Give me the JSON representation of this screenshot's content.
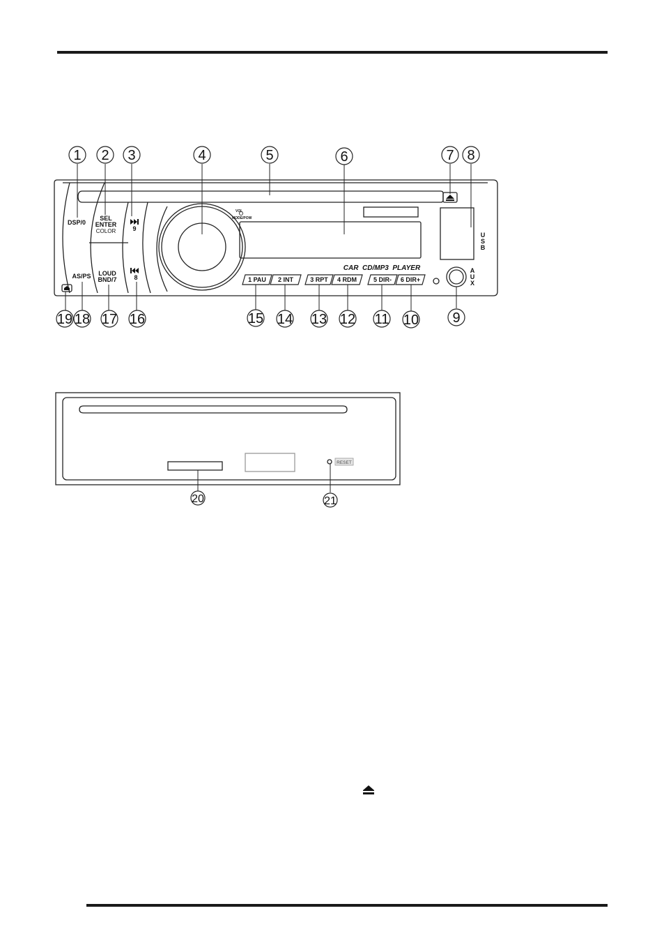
{
  "front_panel": {
    "buttons": {
      "dsp": "DSP/0",
      "sel_line1": "SEL",
      "sel_line2": "ENTER",
      "sel_line3": "COLOR",
      "next_digit": "9",
      "prev_digit": "8",
      "as_ps": "AS/PS",
      "loud": "LOUD",
      "bnd": "BND/7",
      "vol_label": "VOL",
      "mode_pow": "MODE/POW",
      "p1": "1 PAU",
      "p2": "2 INT",
      "p3": "3 RPT",
      "p4": "4 RDM",
      "p5": "5 DIR-",
      "p6": "6 DIR+"
    },
    "product_label": "CAR  CD/MP3  PLAYER",
    "usb_label": "USB",
    "aux_label": "AUX"
  },
  "rear_panel": {
    "reset_label": "RESET"
  },
  "callouts": {
    "c1": "1",
    "c2": "2",
    "c3": "3",
    "c4": "4",
    "c5": "5",
    "c6": "6",
    "c7": "7",
    "c8": "8",
    "c9": "9",
    "c10": "10",
    "c11": "11",
    "c12": "12",
    "c13": "13",
    "c14": "14",
    "c15": "15",
    "c16": "16",
    "c17": "17",
    "c18": "18",
    "c19": "19",
    "c20": "20",
    "c21": "21"
  },
  "icons": [
    "eject-icon",
    "next-track-icon",
    "prev-track-icon",
    "release-icon",
    "knob-icon"
  ]
}
